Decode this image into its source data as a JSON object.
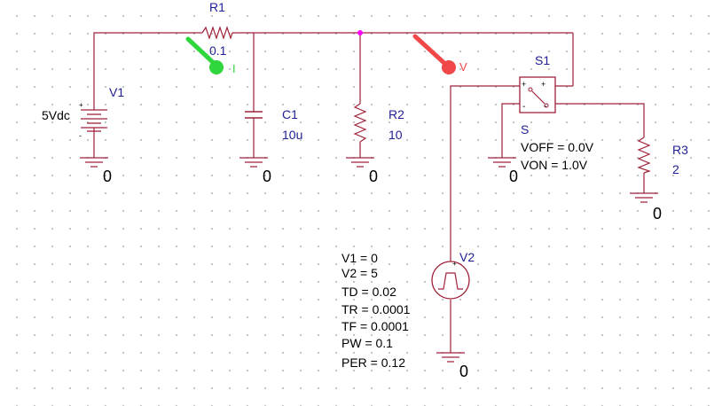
{
  "colors": {
    "wire": "#a0223a",
    "label": "#1e1e96",
    "text": "#000000",
    "current_probe": "#2fd63c",
    "voltage_probe": "#f04848",
    "node_dot": "#ff00ff"
  },
  "components": {
    "r1": {
      "ref": "R1",
      "value": "0.1"
    },
    "c1": {
      "ref": "C1",
      "value": "10u"
    },
    "r2": {
      "ref": "R2",
      "value": "10"
    },
    "r3": {
      "ref": "R3",
      "value": "2"
    },
    "v1": {
      "ref": "V1",
      "value": "5Vdc"
    },
    "s1": {
      "ref": "S1",
      "model": "S",
      "params": [
        "VOFF = 0.0V",
        "VON = 1.0V"
      ],
      "pins": {
        "plus_left": "+",
        "minus_left": "-",
        "plus_right": "+",
        "minus_right": "-"
      }
    },
    "v2": {
      "ref": "V2",
      "params": [
        "V1 = 0",
        "V2 = 5",
        "TD = 0.02",
        "TR = 0.0001",
        "TF = 0.0001",
        "PW = 0.1",
        "PER = 0.12"
      ]
    }
  },
  "grounds": {
    "label": "0"
  },
  "probes": {
    "current": {
      "label": "I"
    },
    "voltage": {
      "label": "V"
    }
  },
  "polarity": {
    "plus": "+",
    "minus": "-"
  }
}
